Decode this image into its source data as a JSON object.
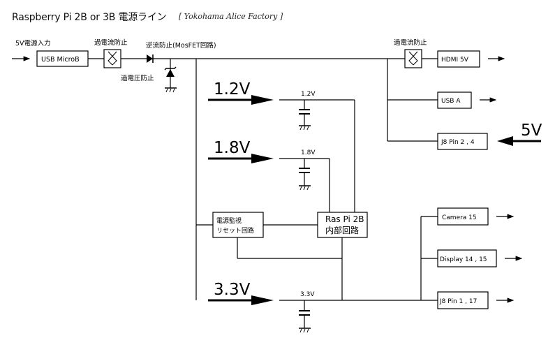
{
  "header": {
    "title": "Raspberry Pi 2B or 3B 電源ライン",
    "subtitle": "[ Yokohama Alice Factory ]"
  },
  "input": {
    "label": "5V電源入力",
    "connector": "USB MicroB",
    "overcurrent_label": "過電流防止",
    "reverse_label": "逆流防止(MosFET回路)",
    "overvoltage_label": "過電圧防止"
  },
  "outputs_5v": {
    "overcurrent_label": "過電流防止",
    "hdmi": "HDMI 5V",
    "usb_a": "USB A",
    "j8_pins": "J8 Pin 2 , 4",
    "j8_input_voltage": "5V"
  },
  "rails": {
    "v12_big": "1.2V",
    "v12_small": "1.2V",
    "v18_big": "1.8V",
    "v18_small": "1.8V",
    "v33_big": "3.3V",
    "v33_small": "3.3V"
  },
  "blocks": {
    "monitor_line1": "電源監視",
    "monitor_line2": "リセット回路",
    "core_line1": "Ras Pi 2B",
    "core_line2": "内部回路"
  },
  "outputs_33v": {
    "camera": "Camera 15",
    "display": "Display 14 , 15",
    "j8_pins": "J8 Pin 1 , 17"
  },
  "icons": {
    "fuse": "fuse-icon",
    "diode": "diode-icon",
    "zener": "zener-diode-icon",
    "capacitor": "capacitor-icon",
    "ground": "ground-icon",
    "arrow": "arrow-right-icon"
  }
}
